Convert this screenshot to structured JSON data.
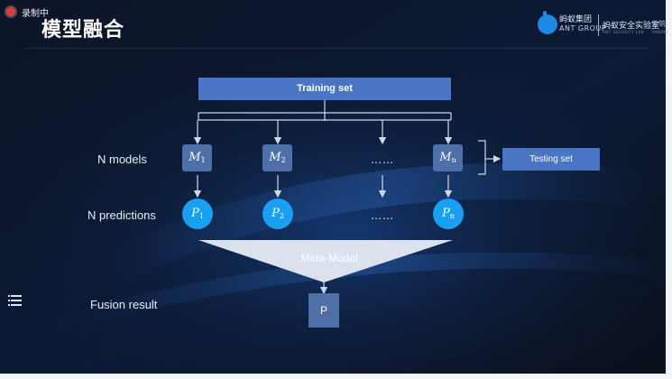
{
  "recording": {
    "label": "录制中"
  },
  "slide": {
    "title": "模型融合"
  },
  "brand": {
    "name_cn": "蚂蚁集团",
    "name_en": "ANT GROUP",
    "lab_cn": "蚂蚁安全实验室",
    "lab_en": "ANT SECURITY LAB",
    "extra_cn": "天筑",
    "extra_en": "TIANZHU"
  },
  "diagram": {
    "training_set": "Training set",
    "testing_set": "Testing set",
    "row_labels": {
      "models": "N models",
      "predictions": "N predictions",
      "fusion": "Fusion result"
    },
    "models": [
      {
        "symbol": "M",
        "sub": "1"
      },
      {
        "symbol": "M",
        "sub": "2"
      },
      {
        "symbol": "M",
        "sub": "n"
      }
    ],
    "predictions": [
      {
        "symbol": "P",
        "sub": "1"
      },
      {
        "symbol": "P",
        "sub": "2"
      },
      {
        "symbol": "P",
        "sub": "n"
      }
    ],
    "ellipsis": "……",
    "meta_model": "Meta-Model",
    "result": "P"
  },
  "colors": {
    "box": "#4a74c4",
    "model_box": "#4f6fa8",
    "prediction": "#1aa0f0",
    "meta_model": "#dbe2ee",
    "record_dot": "#e53935"
  },
  "icons": {
    "menu": "list-menu-icon",
    "record": "record-dot-icon",
    "logo": "ant-logo-icon"
  }
}
